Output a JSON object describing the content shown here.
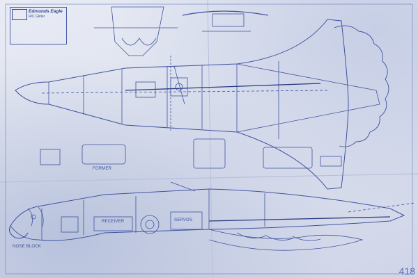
{
  "title_block": {
    "title": "Edmunds Eagle",
    "subtitle": "R/C Glider"
  },
  "labels": {
    "receiver": "RECEIVER",
    "servos": "SERVOS",
    "nose_block": "NOSE BLOCK",
    "former": "FORMER",
    "sheet_number": "418"
  },
  "colors": {
    "paper": "#e3e7f2",
    "ink": "#3a4e9a"
  }
}
